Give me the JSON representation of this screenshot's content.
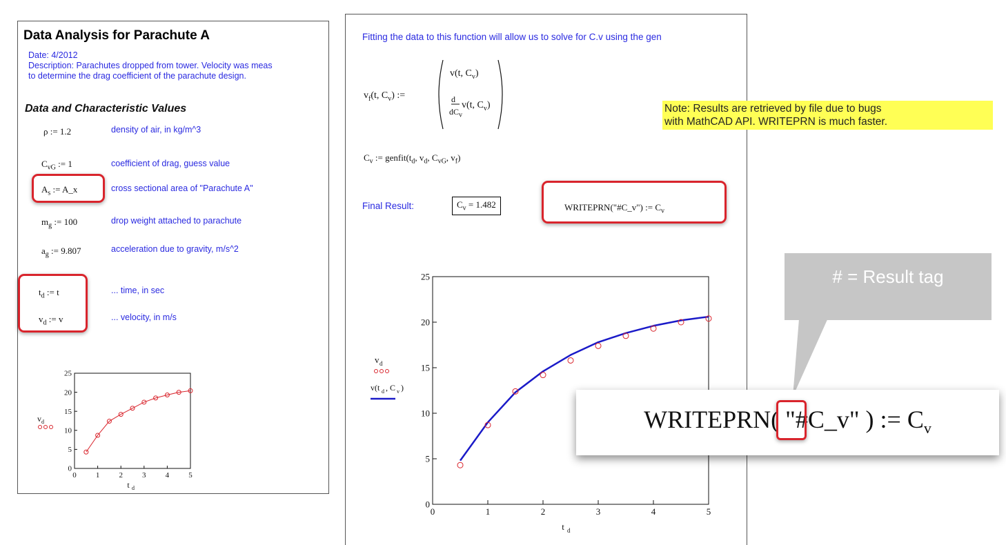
{
  "left": {
    "title": "Data Analysis for Parachute A",
    "date": "Date:  4/2012",
    "description_line1": "Description:  Parachutes dropped from tower.  Velocity was meas",
    "description_line2": "to determine the drag coefficient of the parachute design.",
    "section_heading": "Data and Characteristic Values",
    "rows": [
      {
        "desc": "density of air, in kg/m^3"
      },
      {
        "desc": "coefficient of drag, guess value"
      },
      {
        "desc": "cross sectional area of \"Parachute A\""
      },
      {
        "desc": "drop weight attached to parachute"
      },
      {
        "desc": "acceleration due to gravity, m/s^2"
      },
      {
        "desc": "... time, in sec"
      },
      {
        "desc": "... velocity, in m/s"
      }
    ],
    "math": {
      "rho": "ρ := 1.2",
      "cvg_base": "C",
      "cvg_sub": "vG",
      "cvg_rhs": " := 1",
      "a_base": "A",
      "a_sub": "s",
      "a_rhs": " := A_x",
      "m_base": "m",
      "m_sub": "g",
      "m_rhs": " := 100",
      "ag_base": "a",
      "ag_sub": "g",
      "ag_rhs": " := 9.807",
      "td_base": "t",
      "td_sub": "d",
      "td_rhs": " := t",
      "vd_base": "v",
      "vd_sub": "d",
      "vd_rhs": " := v"
    }
  },
  "right": {
    "intro": "Fitting the data to this function will allow us to solve for C.v using the gen",
    "vf_lhs": "v",
    "vf_lhs_sub": "f",
    "vf_args": "(t, C",
    "vf_args_sub": "v",
    "vf_assign": ") :=",
    "matrix_top": "v(t, C",
    "matrix_top_sub": "v",
    "matrix_top_end": ")",
    "deriv_num": "d",
    "deriv_den": "dC",
    "deriv_den_sub": "v",
    "matrix_bottom": "v(t, C",
    "matrix_bottom_sub": "v",
    "matrix_bottom_end": ")",
    "genfit_lhs": "C",
    "genfit_lhs_sub": "v",
    "genfit_rhs": " := genfit(t",
    "genfit_a1_sub": "d",
    "genfit_a2": ", v",
    "genfit_a2_sub": "d",
    "genfit_a3": ", C",
    "genfit_a3_sub": "vG",
    "genfit_a4": ", v",
    "genfit_a4_sub": "f",
    "genfit_end": ")",
    "final_label": "Final Result:",
    "final_value_base": "C",
    "final_value_sub": "v",
    "final_value_rhs": " = 1.482",
    "writeprn": "WRITEPRN(\"#C_v\") := C",
    "writeprn_sub": "v"
  },
  "note": {
    "line1": "Note:  Results are retrieved by file due to bugs",
    "line2": "with MathCAD API.  WRITEPRN is much faster."
  },
  "callout": {
    "text": "# = Result tag",
    "zoom_pre": "WRITEPRN( \"",
    "zoom_hash": "#",
    "zoom_post": "C_v\" ) := C",
    "zoom_sub": "v"
  },
  "chart_data": [
    {
      "type": "line",
      "x": [
        0.5,
        1.0,
        1.5,
        2.0,
        2.5,
        3.0,
        3.5,
        4.0,
        4.5,
        5.0
      ],
      "series": [
        {
          "name": "v_d",
          "values": [
            4.3,
            8.7,
            12.4,
            14.2,
            15.8,
            17.4,
            18.5,
            19.3,
            20.0,
            20.4
          ]
        }
      ],
      "xlabel": "t_d",
      "ylabel": "v_d",
      "xlim": [
        0,
        5
      ],
      "ylim": [
        0,
        25
      ],
      "xticks": [
        0,
        1,
        2,
        3,
        4,
        5
      ],
      "yticks": [
        0,
        5,
        10,
        15,
        20,
        25
      ],
      "color": "#d9242c"
    },
    {
      "type": "scatter",
      "x": [
        0.5,
        1.0,
        1.5,
        2.0,
        2.5,
        3.0,
        3.5,
        4.0,
        4.5,
        5.0
      ],
      "series": [
        {
          "name": "v_d",
          "values": [
            4.3,
            8.7,
            12.4,
            14.2,
            15.8,
            17.4,
            18.5,
            19.3,
            20.0,
            20.4
          ]
        },
        {
          "name": "v(t_d, C_v)",
          "values": [
            4.8,
            9.0,
            12.3,
            14.6,
            16.4,
            17.8,
            18.8,
            19.6,
            20.2,
            20.6
          ]
        }
      ],
      "xlabel": "t_d",
      "ylabel": "v_d / v(t_d, C_v)",
      "xlim": [
        0,
        5
      ],
      "ylim": [
        0,
        25
      ],
      "xticks": [
        0,
        1,
        2,
        3,
        4,
        5
      ],
      "yticks": [
        0,
        5,
        10,
        15,
        20,
        25
      ],
      "colors": {
        "data": "#d9242c",
        "fit": "#1a1ac8"
      }
    }
  ]
}
